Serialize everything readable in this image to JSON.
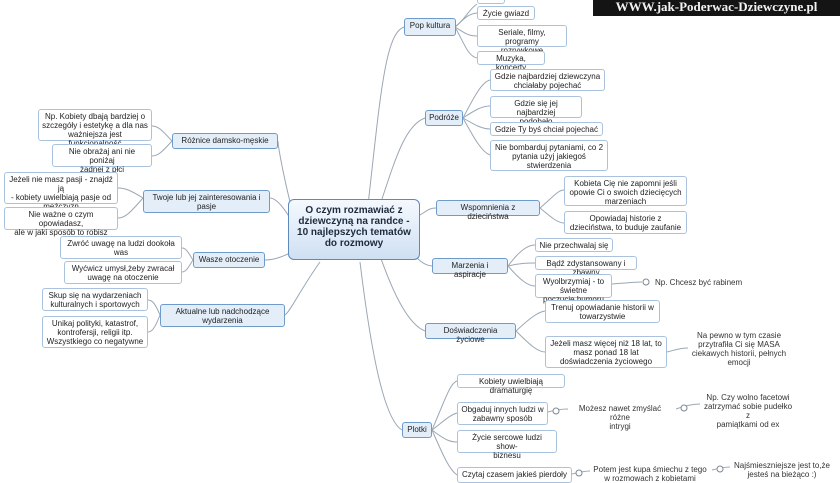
{
  "banner": "WWW.jak-Poderwac-Dziewczyne.pl",
  "root": "O czym rozmawiać z\ndziewczyną na randce -\n10 najlepszych tematów\ndo rozmowy",
  "branches": {
    "pop": {
      "label": "Pop kultura",
      "items": [
        "Życie gwiazd",
        "Seriale, filmy, programy\nrozrywkowe",
        "Muzyka, koncerty"
      ]
    },
    "travel": {
      "label": "Podróże",
      "items": [
        "Gdzie najbardziej dziewczyna\nchciałaby pojechać",
        "Gdzie się jej najbardziej\npodobało",
        "Gdzie Ty byś chciał pojechać",
        "Nie bombarduj pytaniami, co 2\npytania użyj jakiegoś\nstwierdzenia"
      ]
    },
    "childhood": {
      "label": "Wspomnienia z dzieciństwa",
      "items": [
        "Kobieta Cię nie zapomni jeśli\nopowie Ci o swoich dziecięcych\nmarzeniach",
        "Opowiadaj historie z\ndzieciństwa, to buduje zaufanie"
      ]
    },
    "dreams": {
      "label": "Marzenia i aspiracje",
      "items": [
        "Nie przechwalaj się",
        "Bądź zdystansowany i zbawny",
        "Wyolbrzymiaj - to świetne\npoczucie humoru"
      ],
      "note": "Np. Chcesz być rabinem"
    },
    "experience": {
      "label": "Doświadczenia życiowe",
      "items": [
        "Trenuj opowiadanie historii w\ntowarzystwie",
        "Jeżeli masz więcej niż 18 lat, to\nmasz ponad 18 lat\ndoświadczenia życiowego"
      ],
      "note": "Na pewno w tym czasie\nprzytrafiła Ci się MASA\nciekawych historii, pełnych\nemocji"
    },
    "gossip": {
      "label": "Plotki",
      "items": [
        "Kobiety uwielbiają dramaturgię",
        "Obgaduj innych ludzi w\nzabawny sposób",
        "Życie sercowe ludzi show-\nbiznesu",
        "Czytaj czasem jakieś pierdoły"
      ],
      "note_intrigue": "Możesz nawet zmyślać różne\nintrygi",
      "note_intrigue_sub": "Np. Czy wolno facetowi\nzatrzymać sobie pudełko z\npamiątkami od ex",
      "note_tabloid": "Potem jest kupa śmiechu z tego\nw rozmowach z kobietami",
      "note_tabloid_sub": "Najśmieszniejsze jest to,że\njesteś na bieżąco :)"
    },
    "gender": {
      "label": "Różnice damsko-męskie",
      "items": [
        "Np. Kobiety dbają bardziej o\nszczegóły i estetykę a dla nas\nważniejsza jest funkcjonalność",
        "Nie obrażaj ani nie poniżaj\nżadnej z płci"
      ]
    },
    "interests": {
      "label": "Twoje lub jej zainteresowania i\npasje",
      "items": [
        "Jeżeli nie masz pasji - znajdź ją\n- kobiety uwielbiają pasje od\nmężczyzn",
        "Nie ważne o czym opowiadasz,\nale w jaki sposób to robisz"
      ]
    },
    "surroundings": {
      "label": "Wasze otoczenie",
      "items": [
        "Zwróć uwagę na ludzi dookoła\nwas",
        "Wyćwicz umysł,żeby zwracał\nuwagę na otoczenie"
      ]
    },
    "events": {
      "label": "Aktualne lub nadchodzące\nwydarzenia",
      "items": [
        "Skup się na wydarzeniach\nkulturalnych i sportowych",
        "Unikaj polityki, katastrof,\nkontrofersji, religii itp.\nWszystkiego co negatywne"
      ]
    }
  },
  "colors": {
    "link": "#9aa7b4",
    "node_border": "#8fb4d8",
    "root_fill": "#cfe0f3",
    "banner_bg": "#141414"
  }
}
